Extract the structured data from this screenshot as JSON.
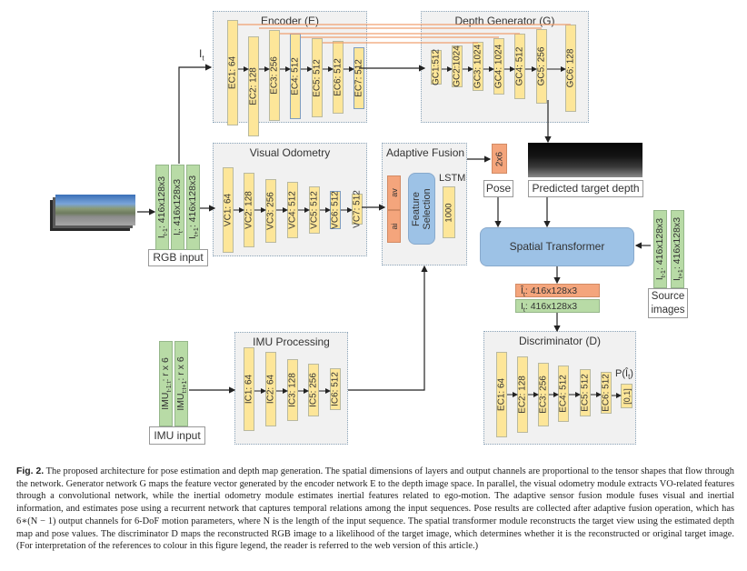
{
  "figure": {
    "encoder": {
      "title": "Encoder (E)",
      "layers": [
        "EC1: 64",
        "EC2: 128",
        "EC3: 256",
        "EC4: 512",
        "EC5: 512",
        "EC6: 512",
        "EC7: 512"
      ]
    },
    "depth_generator": {
      "title": "Depth Generator (G)",
      "layers": [
        "GC1:512",
        "GC2:1024",
        "GC3: 1024",
        "GC4: 1024",
        "GC4: 512",
        "GC5: 256",
        "GC6: 128"
      ]
    },
    "visual_odometry": {
      "title": "Visual Odometry",
      "layers": [
        "VC1: 64",
        "VC2: 128",
        "VC3: 256",
        "VC4: 512",
        "VC5: 512",
        "VC6: 512",
        "VC7: 512"
      ]
    },
    "imu_processing": {
      "title": "IMU Processing",
      "layers": [
        "IC1: 64",
        "IC2: 64",
        "IC3: 128",
        "IC5: 256",
        "IC6: 512"
      ]
    },
    "discriminator": {
      "title": "Discriminator (D)",
      "layers": [
        "EC1: 64",
        "EC2: 128",
        "EC3: 256",
        "EC4: 512",
        "EC5: 512",
        "EC6: 512"
      ],
      "output_label": "P(Î",
      "output_sub": "t",
      "output_close": ")",
      "output_range": "[0,1]"
    },
    "adaptive_fusion": {
      "title": "Adaptive Fusion",
      "av": "av",
      "ai": "ai",
      "feature_selection": "Feature Selection",
      "lstm_label": "LSTM",
      "lstm_units": "1000"
    },
    "rgb_input": {
      "label": "RGB input",
      "frames": [
        {
          "main": "I",
          "sub": "t-1",
          "dims": ": 416x128x3"
        },
        {
          "main": "I",
          "sub": "t",
          "dims": ": 416x128x3"
        },
        {
          "main": "I",
          "sub": "t+1",
          "dims": ": 416x128x3"
        }
      ],
      "top_label": "I",
      "top_sub": "t"
    },
    "imu_input": {
      "label": "IMU input",
      "streams": [
        {
          "main": "IMU",
          "sub": "t-1:t",
          "dims": ": r x 6"
        },
        {
          "main": "IMU",
          "sub": "t:t+1",
          "dims": ": r x 6"
        }
      ]
    },
    "pose": {
      "dims": "2x6",
      "label": "Pose"
    },
    "predicted_depth": {
      "label": "Predicted target depth"
    },
    "spatial_transformer": {
      "label": "Spatial Transformer"
    },
    "reconstructed": {
      "main": "Î",
      "sub": "t",
      "dims": ": 416x128x3"
    },
    "target": {
      "main": "I",
      "sub": "t",
      "dims": ": 416x128x3"
    },
    "source_images": {
      "label": "Source images",
      "frames": [
        {
          "main": "I",
          "sub": "t-1",
          "dims": ": 416x128x3"
        },
        {
          "main": "I",
          "sub": "t+1",
          "dims": ": 416x128x3"
        }
      ]
    },
    "colors": {
      "layer_fill": "#fde699",
      "green_fill": "#b8dba6",
      "orange_fill": "#f4a57c",
      "blue_fill": "#9dc2e6",
      "skip_line": "#f0a070",
      "panel_bg": "#f1f1f1"
    }
  },
  "caption": {
    "label": "Fig. 2.",
    "text": "The proposed architecture for pose estimation and depth map generation. The spatial dimensions of layers and output channels are proportional to the tensor shapes that flow through the network. Generator network G maps the feature vector generated by the encoder network E to the depth image space. In parallel, the visual odometry module extracts VO-related features through a convolutional network, while the inertial odometry module estimates inertial features related to ego-motion. The adaptive sensor fusion module fuses visual and inertial information, and estimates pose using a recurrent network that captures temporal relations among the input sequences. Pose results are collected after adaptive fusion operation, which has 6∗(N − 1) output channels for 6-DoF motion parameters, where N is the length of the input sequence. The spatial transformer module reconstructs the target view using the estimated depth map and pose values. The discriminator D maps the reconstructed RGB image to a likelihood of the target image, which determines whether it is the reconstructed or original target image. (For interpretation of the references to colour in this figure legend, the reader is referred to the web version of this article.)"
  }
}
